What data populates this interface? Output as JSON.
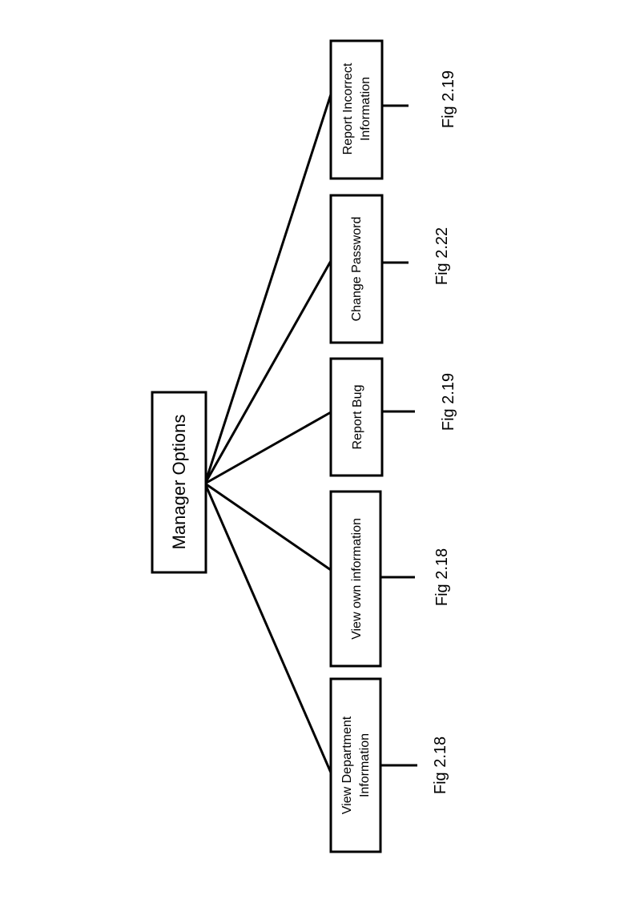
{
  "root": {
    "label": "Manager Options"
  },
  "options": [
    {
      "lines": [
        "View Department",
        "Information"
      ],
      "ref": "Fig 2.18"
    },
    {
      "lines": [
        "View own information"
      ],
      "ref": "Fig 2.18"
    },
    {
      "lines": [
        "Report Bug"
      ],
      "ref": "Fig 2.19"
    },
    {
      "lines": [
        "Change Password"
      ],
      "ref": "Fig 2.22"
    },
    {
      "lines": [
        "Report Incorrect",
        "Information"
      ],
      "ref": "Fig 2.19"
    }
  ]
}
